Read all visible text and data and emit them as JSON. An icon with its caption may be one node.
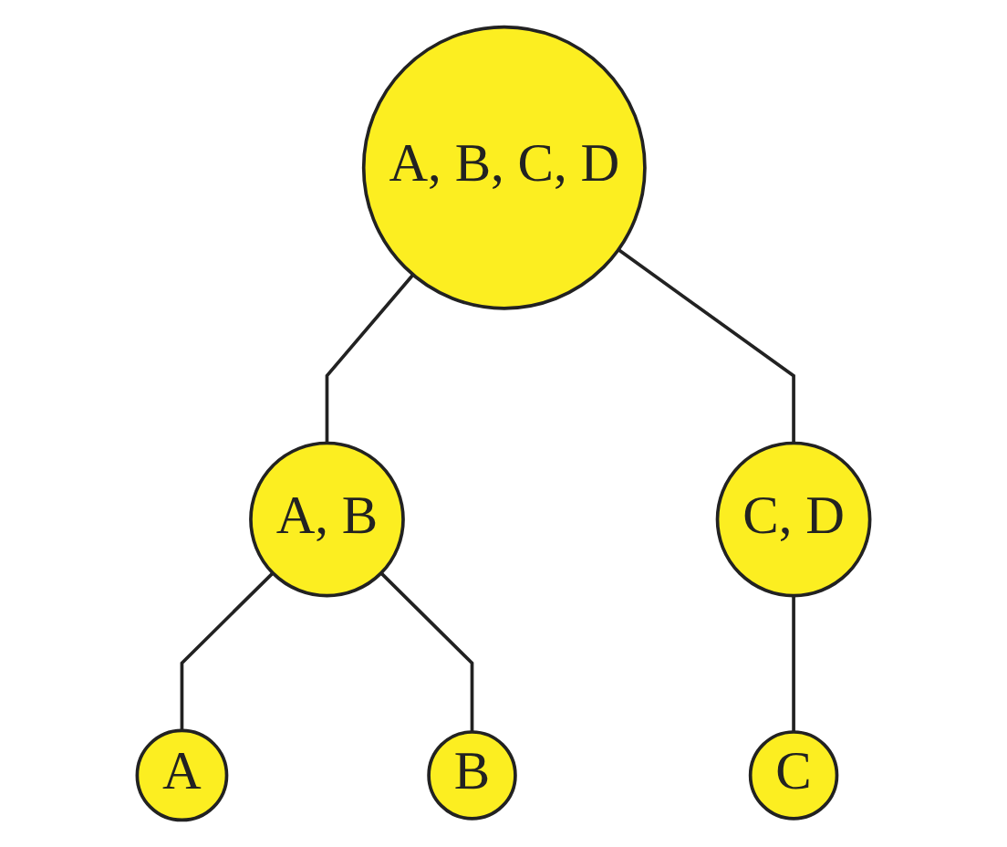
{
  "diagram": {
    "nodes": [
      {
        "text": [
          "A, B, C, D"
        ]
      },
      {
        "text": [
          "A, B"
        ]
      },
      {
        "text": [
          "C, D"
        ]
      },
      {
        "text": [
          "A"
        ]
      },
      {
        "text": [
          "B"
        ]
      },
      {
        "text": [
          "C"
        ]
      }
    ],
    "edges": [
      {
        "from": 0,
        "to": 1,
        "arrow": "none"
      },
      {
        "from": 0,
        "to": 2,
        "arrow": "none"
      },
      {
        "from": 1,
        "to": 3,
        "arrow": "none"
      },
      {
        "from": 1,
        "to": 4,
        "arrow": "none"
      },
      {
        "from": 2,
        "to": 5,
        "arrow": "none"
      }
    ]
  }
}
